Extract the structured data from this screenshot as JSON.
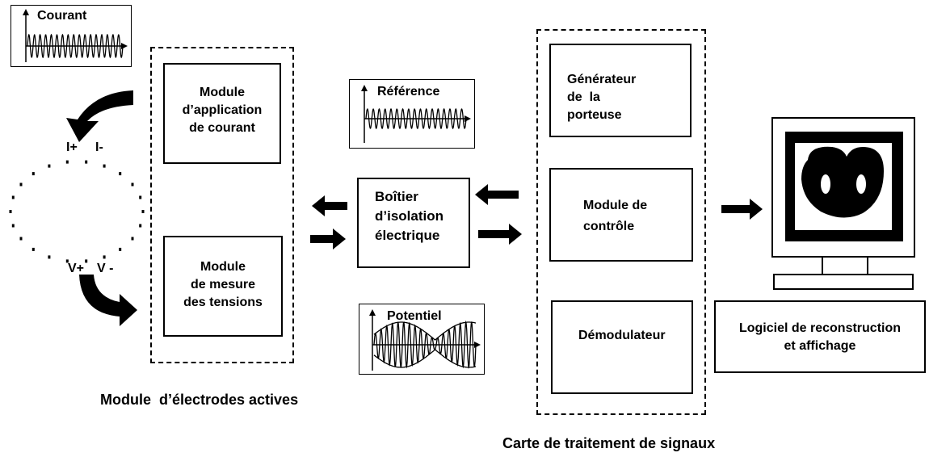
{
  "inset_current": {
    "label": "Courant"
  },
  "inset_reference": {
    "label": "Référence"
  },
  "inset_potential": {
    "label": "Potentiel"
  },
  "electrode_module": {
    "caption": "Module  d’électrodes actives",
    "current_module": {
      "line1": "Module",
      "line2": "d’application",
      "line3": "de courant"
    },
    "voltage_module": {
      "line1": "Module",
      "line2": "de mesure",
      "line3": "des tensions"
    }
  },
  "electrodes": {
    "i_plus": "I+",
    "i_minus": "I-",
    "v_plus": "V+",
    "v_minus": "V -"
  },
  "isolation_box": {
    "line1": "Boîtier",
    "line2": "d’isolation",
    "line3": "électrique"
  },
  "signal_board": {
    "caption": "Carte de traitement de signaux",
    "generator": {
      "line1": "Générateur",
      "line2": "de  la",
      "line3": "porteuse"
    },
    "control": {
      "line1": "Module de",
      "line2": "contrôle"
    },
    "demodulator": {
      "label": "Démodulateur"
    }
  },
  "software": {
    "line1": "Logiciel de reconstruction",
    "line2": "et affichage"
  },
  "colors": {
    "ink": "#000000",
    "background": "#ffffff"
  }
}
